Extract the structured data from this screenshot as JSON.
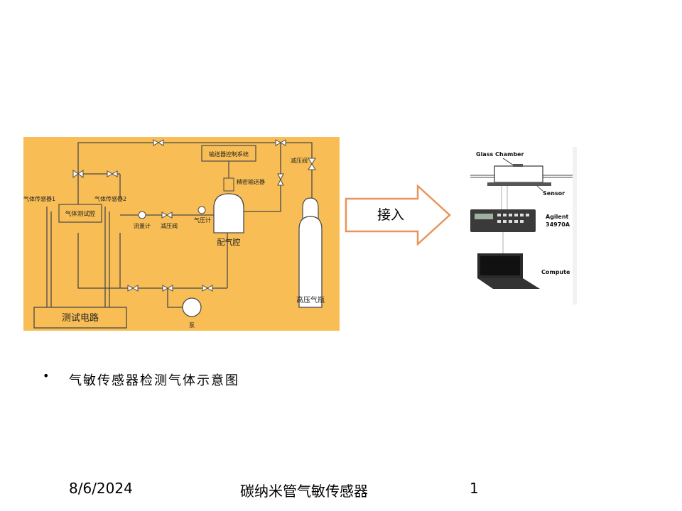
{
  "diagram": {
    "schematic": {
      "labels": {
        "control_system": "输送器控制系统",
        "precision_conveyor": "精密输送器",
        "pressure_reducer_top": "减压阀",
        "sensor1": "气体传感器1",
        "sensor2": "气体传感器2",
        "test_chamber": "气体测试腔",
        "flowmeter": "流量计",
        "pressure_reducer_mid": "减压阀",
        "pressure_gauge": "气压计",
        "mixing_chamber": "配气腔",
        "gas_cylinder": "高压气瓶",
        "test_circuit": "测试电路",
        "pump": "泵"
      },
      "colors": {
        "background": "#F8BE55",
        "line": "#4a4a4a"
      }
    },
    "arrow": {
      "label": "接入",
      "stroke": "#E8955A",
      "fill": "#ffffff"
    },
    "equipment": {
      "labels": {
        "glass_chamber": "Glass Chamber",
        "sensor": "Sensor",
        "agilent": "Agilent",
        "agilent_model": "34970A",
        "computer": "Compute"
      }
    }
  },
  "bullet": {
    "symbol": "•",
    "text": "气敏传感器检测气体示意图"
  },
  "footer": {
    "date": "8/6/2024",
    "title": "碳纳米管气敏传感器",
    "page": "1"
  }
}
